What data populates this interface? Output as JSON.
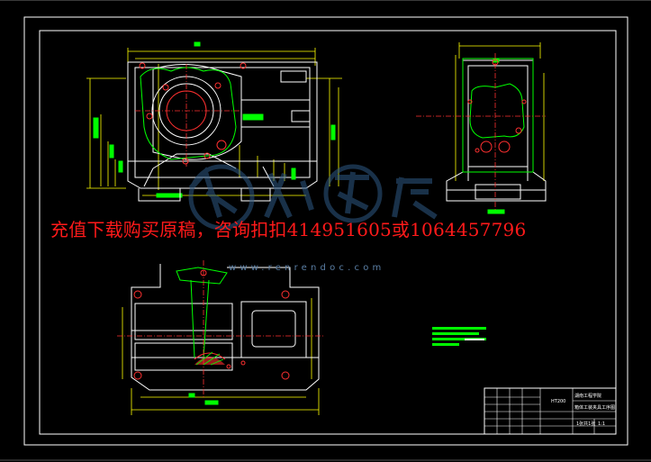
{
  "canvas": {
    "background": "#000000",
    "line_color": "#ffffff",
    "outline_color": "#00ff00",
    "dimension_color": "#ffff00",
    "center_line_color": "#ff0000",
    "hole_color": "#ff0000"
  },
  "watermark": {
    "text": "充值下载购买原稿，咨询扣扣414951605或1064457796",
    "url": "www.renrendoc.com",
    "text_color": "#ff1a1a",
    "url_color": "#5a7ea4",
    "logo_name": "renrendoc-logo"
  },
  "title_block": {
    "school": "湖南工程学院",
    "drawing_title": "箱体工装夹具工序图",
    "material": "HT200",
    "scale": "1:1",
    "sheet": "1张共1张"
  }
}
